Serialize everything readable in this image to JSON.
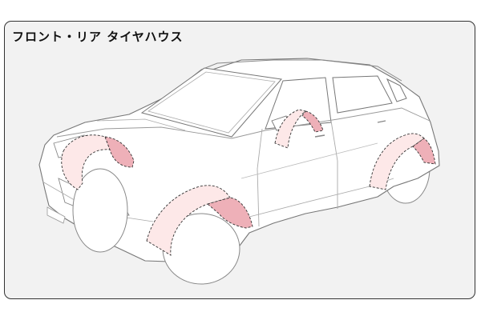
{
  "panel": {
    "title": "フロント・リア タイヤハウス"
  },
  "colors": {
    "panel_background": "#f2f2f2",
    "panel_border": "#333333",
    "car_body": "#ffffff",
    "car_outline": "#777777",
    "highlight_light": "#fde8e8",
    "highlight_dark": "#eeb0b8",
    "highlight_outline": "#333333"
  },
  "highlighted_parts": [
    "front-left-wheel-arch",
    "rear-left-wheel-arch",
    "front-right-wheel-arch",
    "rear-right-wheel-arch"
  ]
}
